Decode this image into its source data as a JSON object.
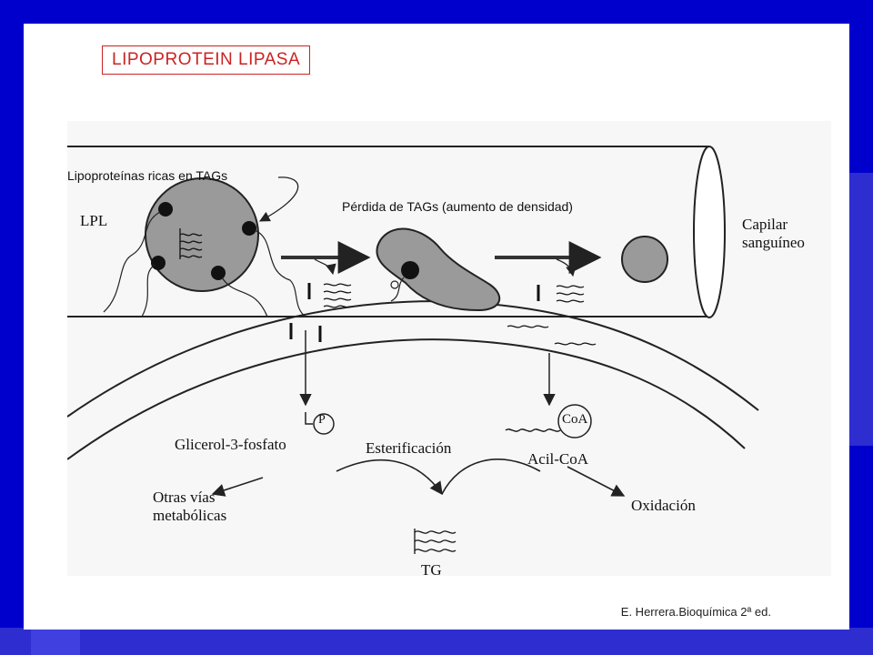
{
  "title": "LIPOPROTEIN LIPASA",
  "diagram": {
    "labels": {
      "lipoproteinas": "Lipoproteínas ricas en TAGs",
      "lpl": "LPL",
      "perdida": "Pérdida de TAGs (aumento de densidad)",
      "capilar_1": "Capilar",
      "capilar_2": "sanguíneo",
      "p": "P",
      "glicerol": "Glicerol-3-fosfato",
      "esterificacion": "Esterificación",
      "coa": "CoA",
      "acil_coa": "Acil-CoA",
      "otras_1": "Otras vías",
      "otras_2": "metabólicas",
      "oxidacion": "Oxidación",
      "tg": "TG"
    }
  },
  "caption": "E. Herrera.Bioquímica 2ª ed.",
  "colors": {
    "background": "#0000cc",
    "slide": "#ffffff",
    "title": "#cc2222",
    "particle_fill": "#9a9a9a"
  }
}
